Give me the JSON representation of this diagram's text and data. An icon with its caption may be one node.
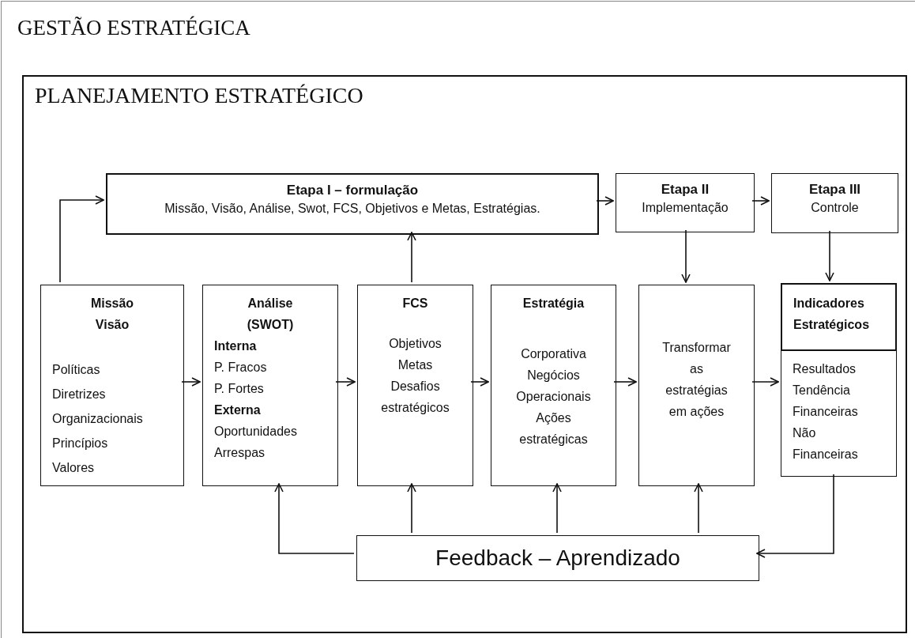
{
  "diagram": {
    "nodes": [
      {
        "text": [
          "GESTÃO ESTRATÉGICA"
        ]
      },
      {
        "text": [
          "PLANEJAMENTO ESTRATÉGICO"
        ],
        "in": 0
      },
      {
        "text": [
          "Etapa I – formulação",
          "Missão, Visão, Análise, Swot, FCS, Objetivos e Metas, Estratégias."
        ],
        "in": 1
      },
      {
        "text": [
          "Etapa II",
          "Implementação"
        ],
        "in": 1
      },
      {
        "text": [
          "Etapa III",
          "Controle"
        ],
        "in": 1
      },
      {
        "text": [
          "Missão Visão",
          "Políticas",
          "Diretrizes",
          "Organizacionais",
          "Princípios",
          "Valores"
        ],
        "in": 1
      },
      {
        "text": [
          "Análise (SWOT)",
          "**Interna**",
          "P. Fracos",
          "P. Fortes",
          "**Externa**",
          "Oportunidades",
          "Arrespas"
        ],
        "in": 1
      },
      {
        "text": [
          "FCS",
          "Objetivos",
          "Metas",
          "Desafios estratégicos"
        ],
        "in": 1
      },
      {
        "text": [
          "Estratégia",
          "Corporativa",
          "Negócios",
          "Operacionais",
          "Ações estratégicas"
        ],
        "in": 1
      },
      {
        "text": [
          "Transformar as estratégias em ações"
        ],
        "in": 1
      },
      {
        "text": [
          "Indicadores Estratégicos",
          "Resultados",
          "Tendência",
          "Financeiras",
          "Não Financeiras"
        ],
        "in": 1
      },
      {
        "text": [
          "Feedback – Aprendizado"
        ],
        "in": 1
      }
    ],
    "edges": [
      {
        "from": 5,
        "to": 2,
        "arrow": "to"
      },
      {
        "from": 7,
        "to": 2,
        "arrow": "to"
      },
      {
        "from": 2,
        "to": 3,
        "arrow": "to"
      },
      {
        "from": 3,
        "to": 4,
        "arrow": "to"
      },
      {
        "from": 3,
        "to": 9,
        "arrow": "to"
      },
      {
        "from": 4,
        "to": 10,
        "arrow": "to"
      },
      {
        "from": 5,
        "to": 6,
        "arrow": "to"
      },
      {
        "from": 6,
        "to": 7,
        "arrow": "to"
      },
      {
        "from": 7,
        "to": 8,
        "arrow": "to"
      },
      {
        "from": 8,
        "to": 9,
        "arrow": "to"
      },
      {
        "from": 9,
        "to": 10,
        "arrow": "to"
      },
      {
        "from": 11,
        "to": 6,
        "arrow": "to"
      },
      {
        "from": 11,
        "to": 7,
        "arrow": "to"
      },
      {
        "from": 11,
        "to": 8,
        "arrow": "to"
      },
      {
        "from": 11,
        "to": 9,
        "arrow": "to"
      },
      {
        "from": 10,
        "to": 11,
        "arrow": "to"
      }
    ]
  }
}
